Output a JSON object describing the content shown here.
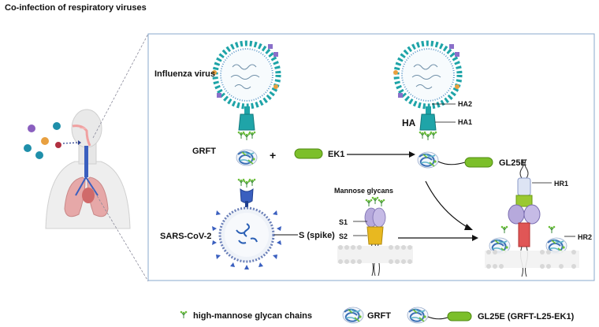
{
  "title": "Co-infection of respiratory viruses",
  "labels": {
    "influenza": "Influenza virus",
    "grft": "GRFT",
    "plus": "+",
    "ek1": "EK1",
    "ha": "HA",
    "ha2": "HA2",
    "ha1": "HA1",
    "gl25e": "GL25E",
    "sars": "SARS-CoV-2",
    "spike": "S (spike)",
    "mannose": "Mannose glycans",
    "s1": "S1",
    "s2": "S2",
    "hr1": "HR1",
    "hr2": "HR2"
  },
  "legend": {
    "glycan": "high-mannose  glycan chains",
    "grft": "GRFT",
    "gl25e": "GL25E (GRFT-L25-EK1)"
  },
  "colors": {
    "teal": "#1fa4a8",
    "navy": "#1f3f8f",
    "green": "#7cbf2a",
    "yellow": "#e8b820",
    "lavender": "#b6a9dc",
    "red": "#e05656",
    "panel_border": "#8aa8cc"
  }
}
